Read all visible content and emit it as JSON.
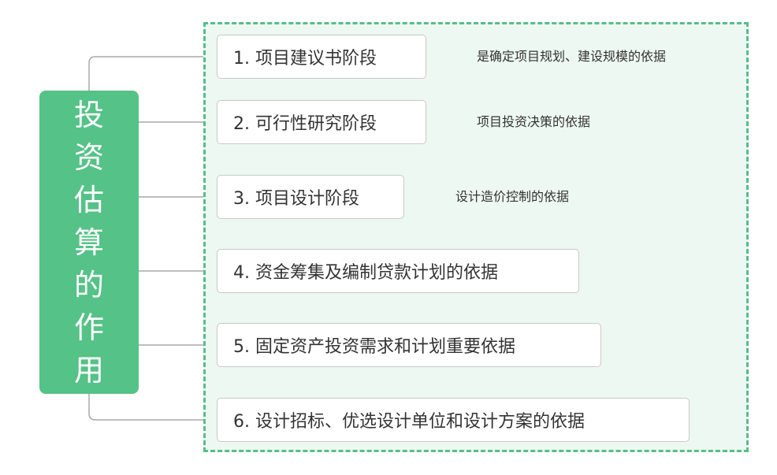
{
  "root": {
    "label": "投资估算的作用"
  },
  "colors": {
    "accent": "#55c287",
    "group_border": "#54bf8a",
    "group_fill": "#eef8f2",
    "connector": "#a9a9a9"
  },
  "items": [
    {
      "label": "1. 项目建议书阶段",
      "note": "是确定项目规划、建设规模的依据"
    },
    {
      "label": "2. 可行性研究阶段",
      "note": "项目投资决策的依据"
    },
    {
      "label": "3. 项目设计阶段",
      "note": "设计造价控制的依据"
    },
    {
      "label": "4. 资金筹集及编制贷款计划的依据",
      "note": ""
    },
    {
      "label": "5. 固定资产投资需求和计划重要依据",
      "note": ""
    },
    {
      "label": "6. 设计招标、优选设计单位和设计方案的依据",
      "note": ""
    }
  ]
}
